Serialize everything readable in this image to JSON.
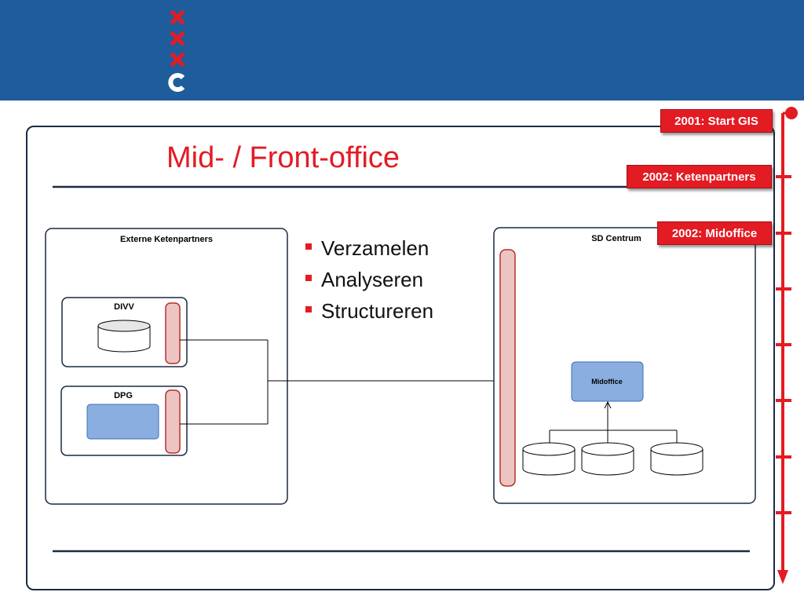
{
  "slide": {
    "title": "Mid- / Front-office"
  },
  "bullets": [
    "Verzamelen",
    "Analyseren",
    "Structureren"
  ],
  "timeline": [
    "2001: Start GIS",
    "2002: Ketenpartners",
    "2002: Midoffice"
  ],
  "diagram": {
    "externe_label": "Externe Ketenpartners",
    "divv_label": "DIVV",
    "dpg_label": "DPG",
    "sd_label": "SD Centrum",
    "midoffice_label": "Midoffice"
  },
  "colors": {
    "header": "#1f5c9c",
    "accent": "#e31b23",
    "box_blue": "#8aaee0"
  }
}
